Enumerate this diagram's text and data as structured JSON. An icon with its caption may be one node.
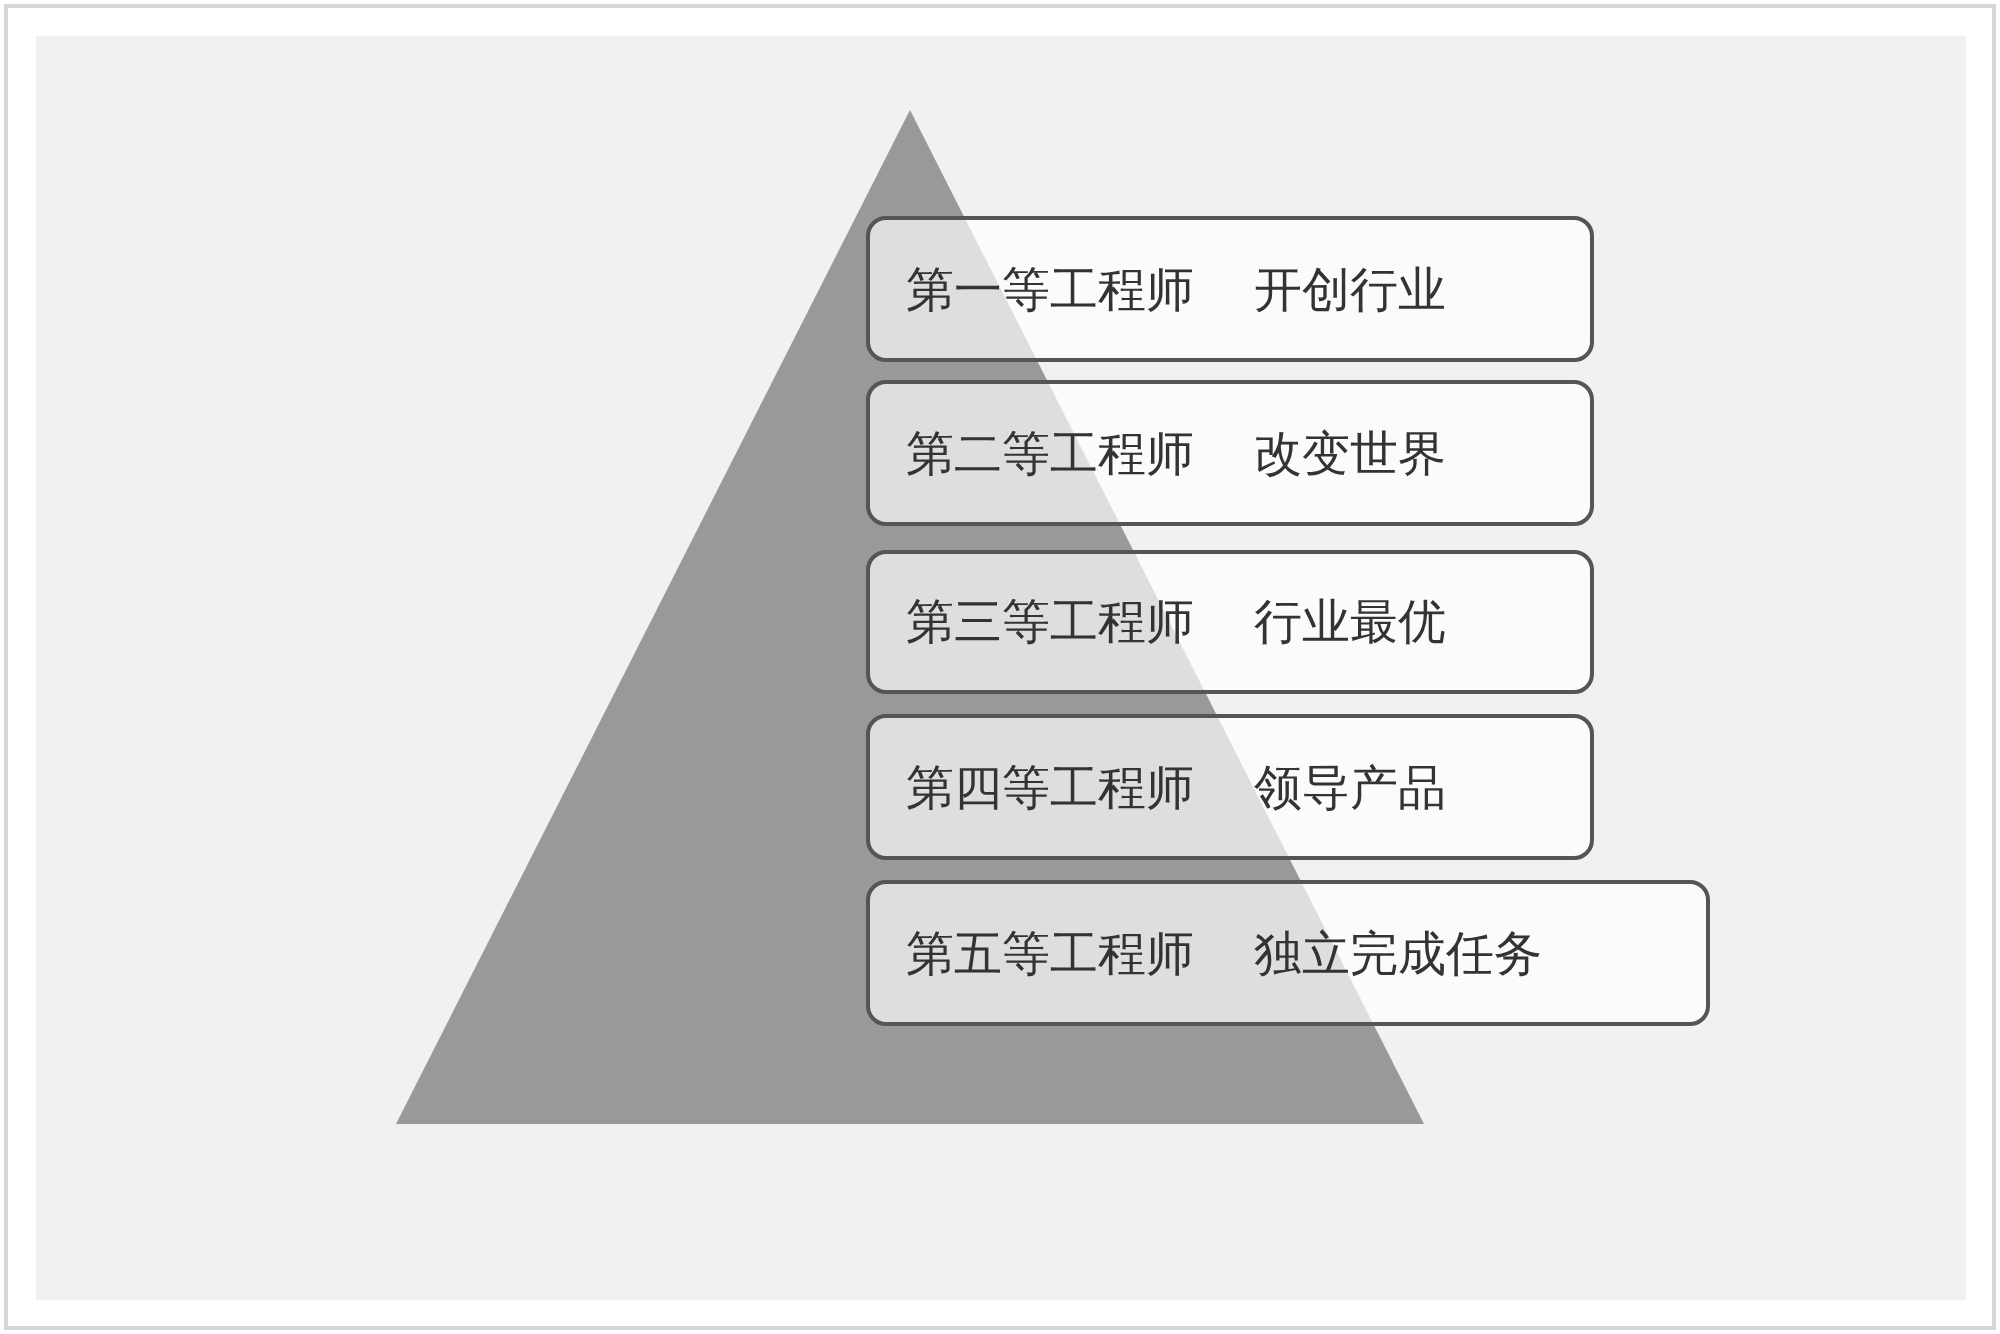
{
  "diagram": {
    "nodes": [
      {
        "text": [
          "第一等工程师",
          "开创行业"
        ]
      },
      {
        "text": [
          "第二等工程师",
          "改变世界"
        ]
      },
      {
        "text": [
          "第三等工程师",
          "行业最优"
        ]
      },
      {
        "text": [
          "第四等工程师",
          "领导产品"
        ]
      },
      {
        "text": [
          "第五等工程师",
          "独立完成任务"
        ]
      }
    ]
  }
}
